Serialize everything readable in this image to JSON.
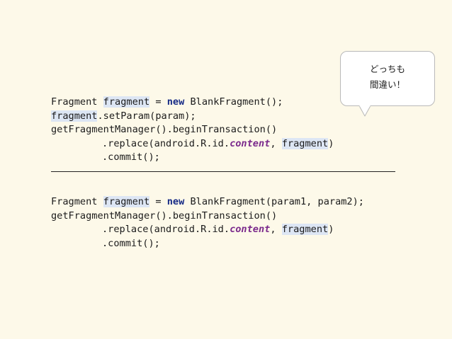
{
  "code_block_1": [
    [
      {
        "t": "Fragment "
      },
      {
        "t": "fragment",
        "c": "hl"
      },
      {
        "t": " = "
      },
      {
        "t": "new",
        "c": "kw"
      },
      {
        "t": " BlankFragment();"
      }
    ],
    [
      {
        "t": "fragment",
        "c": "hl"
      },
      {
        "t": ".setParam(param);"
      }
    ],
    [
      {
        "t": "getFragmentManager().beginTransaction()"
      }
    ],
    [
      {
        "t": ".replace(android.R.id.",
        "indent": true
      },
      {
        "t": "content",
        "c": "it"
      },
      {
        "t": ", "
      },
      {
        "t": "fragment",
        "c": "hl"
      },
      {
        "t": ")"
      }
    ],
    [
      {
        "t": ".commit();",
        "indent": true
      }
    ]
  ],
  "code_block_2": [
    [
      {
        "t": "Fragment "
      },
      {
        "t": "fragment",
        "c": "hl"
      },
      {
        "t": " = "
      },
      {
        "t": "new",
        "c": "kw"
      },
      {
        "t": " BlankFragment(param1, param2);"
      }
    ],
    [
      {
        "t": "getFragmentManager().beginTransaction()"
      }
    ],
    [
      {
        "t": ".replace(android.R.id.",
        "indent": true
      },
      {
        "t": "content",
        "c": "it"
      },
      {
        "t": ", "
      },
      {
        "t": "fragment",
        "c": "hl"
      },
      {
        "t": ")"
      }
    ],
    [
      {
        "t": ".commit();",
        "indent": true
      }
    ]
  ],
  "callout": {
    "line1": "どっちも",
    "line2": "間違い！"
  },
  "colors": {
    "background": "#fdf9e9",
    "highlight": "#dde6f4",
    "keyword": "#172b86",
    "italic_field": "#7b2a8c"
  }
}
